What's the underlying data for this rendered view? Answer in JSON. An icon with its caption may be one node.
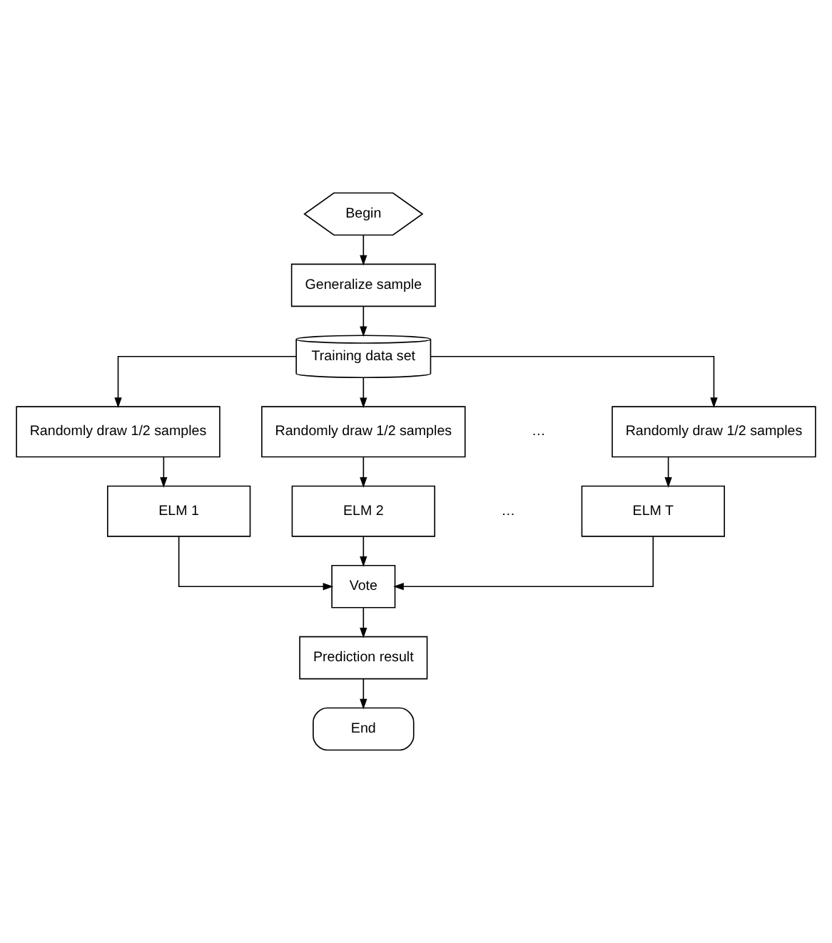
{
  "diagram": {
    "nodes": [
      {
        "text": [
          "Begin"
        ]
      },
      {
        "text": [
          "Generalize sample"
        ]
      },
      {
        "text": [
          "Training data set"
        ]
      },
      {
        "text": [
          "Randomly draw 1/2 samples"
        ]
      },
      {
        "text": [
          "Randomly draw 1/2 samples"
        ]
      },
      {
        "text": [
          "Randomly draw 1/2 samples"
        ]
      },
      {
        "text": [
          "ELM 1"
        ]
      },
      {
        "text": [
          "ELM 2"
        ]
      },
      {
        "text": [
          "ELM T"
        ]
      },
      {
        "text": [
          "Vote"
        ]
      },
      {
        "text": [
          "Prediction result"
        ]
      },
      {
        "text": [
          "End"
        ]
      }
    ],
    "edges": [
      {
        "from": 0,
        "to": 1,
        "arrow": "to"
      },
      {
        "from": 1,
        "to": 2,
        "arrow": "to"
      },
      {
        "from": 2,
        "to": 3,
        "arrow": "to"
      },
      {
        "from": 2,
        "to": 4,
        "arrow": "to"
      },
      {
        "from": 2,
        "to": 5,
        "arrow": "to"
      },
      {
        "from": 3,
        "to": 6,
        "arrow": "to"
      },
      {
        "from": 4,
        "to": 7,
        "arrow": "to"
      },
      {
        "from": 5,
        "to": 8,
        "arrow": "to"
      },
      {
        "from": 6,
        "to": 9,
        "arrow": "to"
      },
      {
        "from": 7,
        "to": 9,
        "arrow": "to"
      },
      {
        "from": 8,
        "to": 9,
        "arrow": "to"
      },
      {
        "from": 9,
        "to": 10,
        "arrow": "to"
      },
      {
        "from": 10,
        "to": 11,
        "arrow": "to"
      }
    ],
    "labels": [
      "…",
      "…"
    ]
  }
}
